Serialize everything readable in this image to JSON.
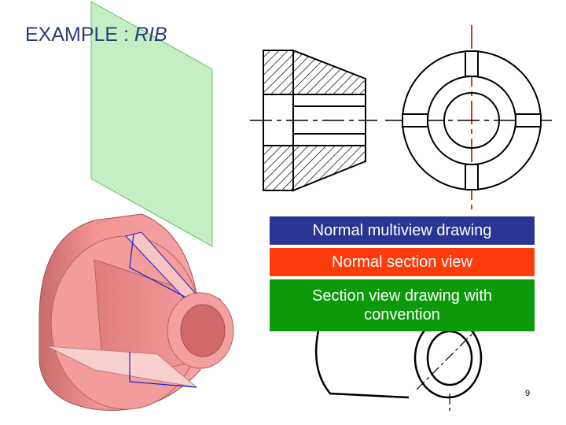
{
  "slide": {
    "title_main": "EXAMPLE : ",
    "title_italic": "RIB",
    "page_number": "9"
  },
  "labels": {
    "multiview": "Normal multiview drawing",
    "section": "Normal section view",
    "convention_line1": "Section view drawing with",
    "convention_line2": "convention"
  },
  "colors": {
    "title": "#2d3a7a",
    "multiview_box": "#2a3593",
    "section_box": "#ff3b0a",
    "convention_box": "#0a9a0a",
    "cutting_plane": "#b3ebb3",
    "part_body": "#f08a8a",
    "center_mark": "#e03020"
  }
}
